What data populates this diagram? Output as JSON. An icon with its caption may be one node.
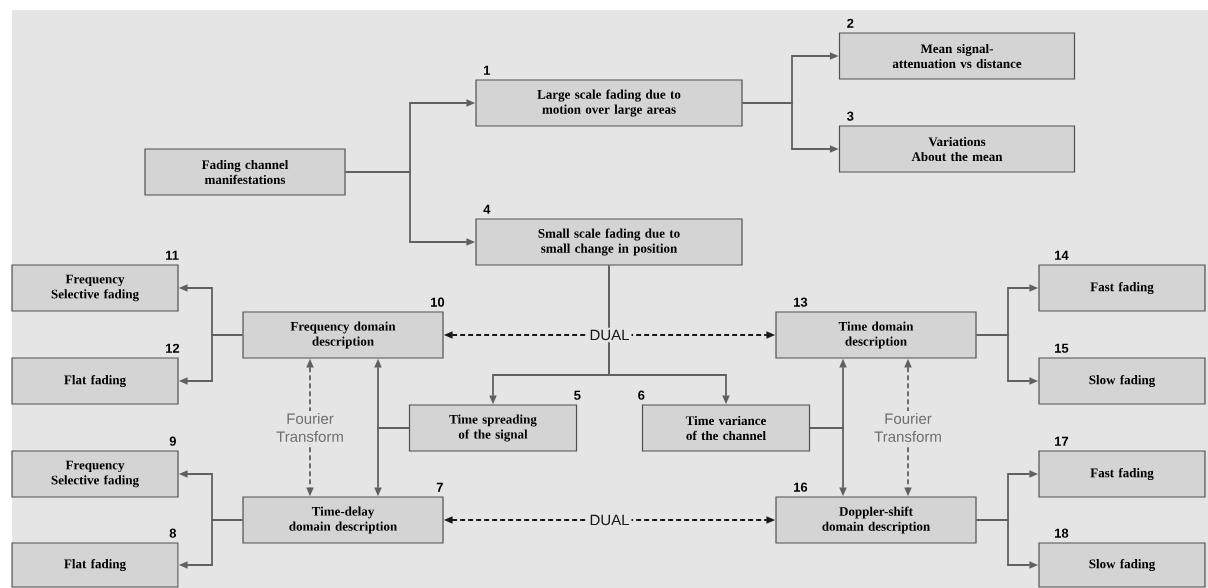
{
  "diagram": {
    "nodes": [
      {
        "text": [
          "Fading channel manifestations"
        ]
      },
      {
        "text": [
          "Large scale fading due to motion over large areas"
        ],
        "beside": [
          "1"
        ]
      },
      {
        "text": [
          "Mean signal-attenuation vs distance"
        ],
        "beside": [
          "2"
        ]
      },
      {
        "text": [
          "Variations About the mean"
        ],
        "beside": [
          "3"
        ]
      },
      {
        "text": [
          "Small scale fading due to small change in position"
        ],
        "beside": [
          "4"
        ]
      },
      {
        "text": [
          "Frequency domain description"
        ],
        "beside": [
          "10"
        ]
      },
      {
        "text": [
          "Time domain description"
        ],
        "beside": [
          "13"
        ]
      },
      {
        "text": [
          "Time spreading of the signal"
        ],
        "beside": [
          "5"
        ]
      },
      {
        "text": [
          "Time variance of the channel"
        ],
        "beside": [
          "6"
        ]
      },
      {
        "text": [
          "Time-delay domain description"
        ],
        "beside": [
          "7"
        ]
      },
      {
        "text": [
          "Doppler-shift domain description"
        ],
        "beside": [
          "16"
        ]
      },
      {
        "text": [
          "Frequency Selective fading"
        ],
        "beside": [
          "11"
        ]
      },
      {
        "text": [
          "Flat fading"
        ],
        "beside": [
          "12"
        ]
      },
      {
        "text": [
          "Frequency Selective fading"
        ],
        "beside": [
          "9"
        ]
      },
      {
        "text": [
          "Flat fading"
        ],
        "beside": [
          "8"
        ]
      },
      {
        "text": [
          "Fast fading"
        ],
        "beside": [
          "14"
        ]
      },
      {
        "text": [
          "Slow fading"
        ],
        "beside": [
          "15"
        ]
      },
      {
        "text": [
          "Fast fading"
        ],
        "beside": [
          "17"
        ]
      },
      {
        "text": [
          "Slow fading"
        ],
        "beside": [
          "18"
        ]
      }
    ],
    "edges": [
      {
        "from": 0,
        "to": 1,
        "arrow": "to"
      },
      {
        "from": 0,
        "to": 4,
        "arrow": "to"
      },
      {
        "from": 1,
        "to": 2,
        "arrow": "to"
      },
      {
        "from": 1,
        "to": 3,
        "arrow": "to"
      },
      {
        "from": 4,
        "to": 7,
        "arrow": "to"
      },
      {
        "from": 4,
        "to": 8,
        "arrow": "to"
      },
      {
        "from": 5,
        "to": 6,
        "arrow": "both",
        "label": "DUAL",
        "style": "dashed",
        "color": "#1a1a1a"
      },
      {
        "from": 5,
        "to": 9,
        "arrow": "both",
        "label": "Fourier Transform",
        "style": "dashed"
      },
      {
        "from": 7,
        "to": 5,
        "arrow": "to"
      },
      {
        "from": 7,
        "to": 9,
        "arrow": "to"
      },
      {
        "from": 5,
        "to": 11,
        "arrow": "to"
      },
      {
        "from": 5,
        "to": 12,
        "arrow": "to"
      },
      {
        "from": 9,
        "to": 13,
        "arrow": "to"
      },
      {
        "from": 9,
        "to": 14,
        "arrow": "to"
      },
      {
        "from": 6,
        "to": 15,
        "arrow": "to"
      },
      {
        "from": 6,
        "to": 16,
        "arrow": "to"
      },
      {
        "from": 6,
        "to": 10,
        "arrow": "both",
        "label": "Fourier Transform",
        "style": "dashed"
      },
      {
        "from": 8,
        "to": 6,
        "arrow": "to"
      },
      {
        "from": 8,
        "to": 10,
        "arrow": "to"
      },
      {
        "from": 9,
        "to": 10,
        "arrow": "both",
        "label": "DUAL",
        "style": "dashed",
        "color": "#1a1a1a"
      },
      {
        "from": 10,
        "to": 17,
        "arrow": "to"
      },
      {
        "from": 10,
        "to": 18,
        "arrow": "to"
      }
    ]
  }
}
